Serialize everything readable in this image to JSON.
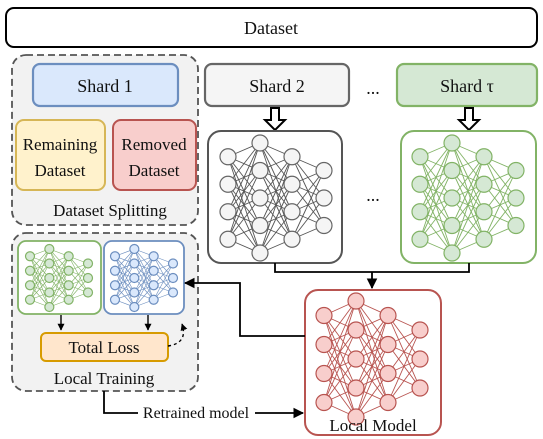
{
  "dataset": {
    "label": "Dataset"
  },
  "shards": [
    {
      "label": "Shard 1",
      "fill": "#dae8fc",
      "stroke": "#6c8ebf"
    },
    {
      "label": "Shard 2",
      "fill": "#f5f5f5",
      "stroke": "#666666"
    },
    {
      "label": "Shard τ",
      "fill": "#d5e8d4",
      "stroke": "#82b366"
    }
  ],
  "ellipsis": "...",
  "splitting": {
    "remaining": {
      "line1": "Remaining",
      "line2": "Dataset",
      "fill": "#fff2cc",
      "stroke": "#d6b656"
    },
    "removed": {
      "line1": "Removed",
      "line2": "Dataset",
      "fill": "#f8cecc",
      "stroke": "#b85450"
    },
    "caption": "Dataset Splitting"
  },
  "local_training": {
    "total_loss": "Total Loss",
    "total_loss_fill": "#ffe6cc",
    "total_loss_stroke": "#d79b00",
    "caption": "Local Training"
  },
  "local_model": {
    "caption": "Local Model",
    "node_fill": "#f8cecc",
    "stroke": "#b85450"
  },
  "retrained_label": "Retrained model",
  "network_colors": {
    "gray": {
      "node": "#f5f5f5",
      "stroke": "#666666",
      "edge": "#555555"
    },
    "green": {
      "node": "#d5e8d4",
      "stroke": "#82b366",
      "edge": "#82b366"
    },
    "blue": {
      "node": "#dae8fc",
      "stroke": "#6c8ebf",
      "edge": "#6c8ebf"
    },
    "red": {
      "node": "#f8cecc",
      "stroke": "#b85450",
      "edge": "#b85450"
    }
  }
}
